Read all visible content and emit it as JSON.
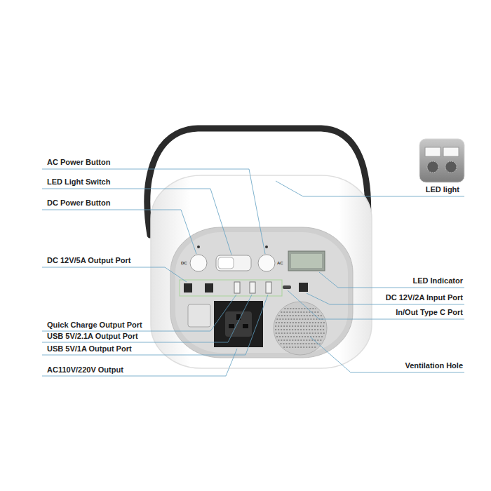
{
  "diagram": {
    "labels": [
      "AC Power Button",
      "LED Light Switch",
      "DC Power Button",
      "DC 12V/5A Output Port",
      "Quick Charge Output Port",
      "USB 5V/2.1A Output Port",
      "USB 5V/1A Output Port",
      "AC110V/220V Output",
      "LED light",
      "LED Indicator",
      "DC 12V/2A Input Port",
      "In/Out Type C Port",
      "Ventilation Hole",
      "DC",
      "AC"
    ]
  }
}
